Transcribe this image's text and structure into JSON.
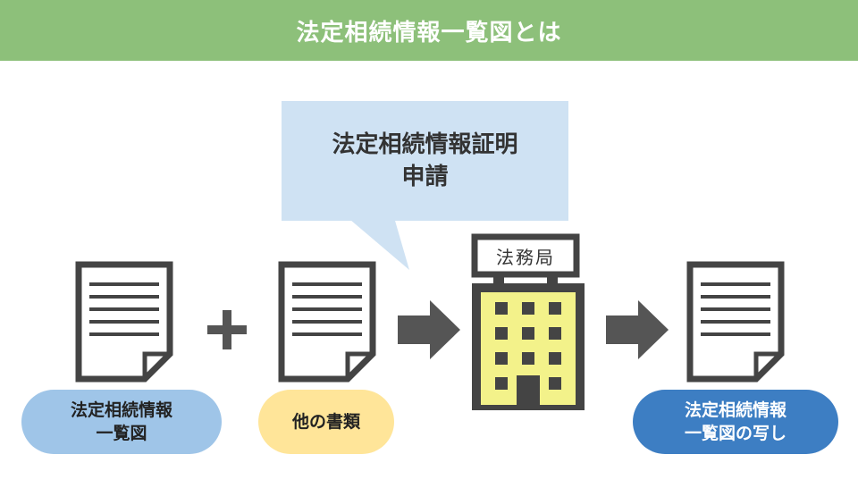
{
  "header": {
    "title": "法定相続情報一覧図とは"
  },
  "bubble": {
    "line1": "法定相続情報証明",
    "line2": "申請"
  },
  "building": {
    "sign": "法務局",
    "body_color": "#f3f28a",
    "frame_color": "#444444"
  },
  "labels": {
    "doc1": {
      "line1": "法定相続情報",
      "line2": "一覧図"
    },
    "doc2": {
      "line1": "他の書類"
    },
    "doc3": {
      "line1": "法定相続情報",
      "line2": "一覧図の写し"
    }
  },
  "icons": [
    "document-icon",
    "plus-icon",
    "arrow-right-icon",
    "office-building-icon"
  ],
  "colors": {
    "header": "#8dc07a",
    "bubble": "#cfe2f3",
    "pill_blue_light": "#9fc5e8",
    "pill_yellow": "#ffe599",
    "pill_blue_dark": "#3d7ec3",
    "icon_gray": "#444444"
  }
}
